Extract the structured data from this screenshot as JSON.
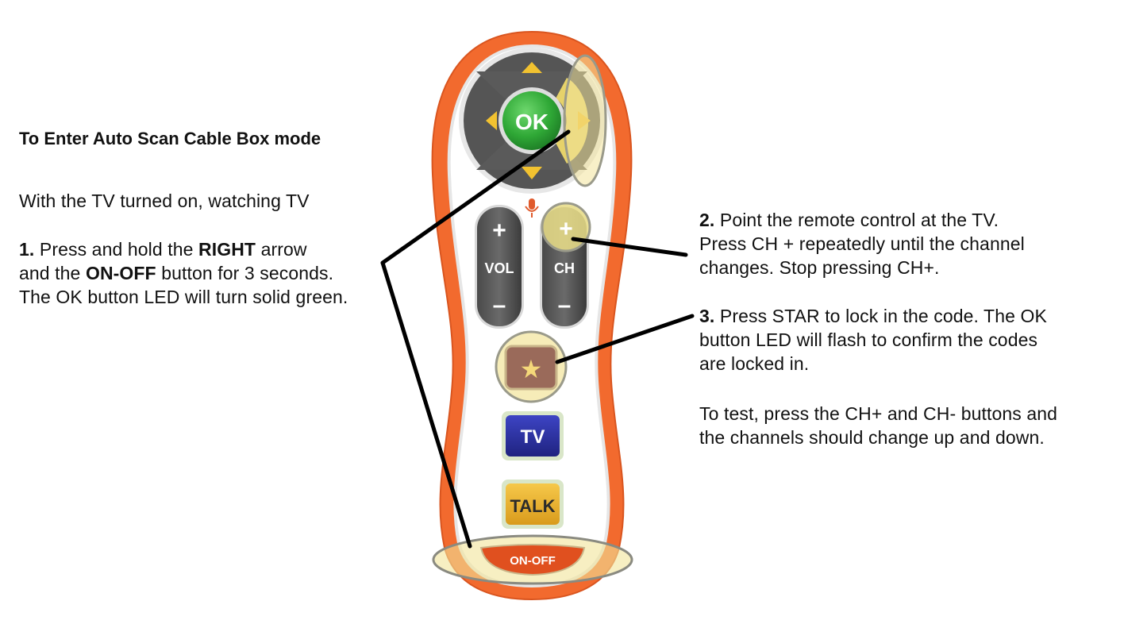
{
  "title": "To Enter Auto Scan Cable Box mode",
  "intro": "With the TV turned on, watching TV",
  "step1": {
    "num": "1.",
    "line1_a": "Press and hold the",
    "line1_b": "RIGHT",
    "line1_c": "arrow",
    "line2_a": "and the",
    "line2_b": "ON-OFF",
    "line2_c": "button for 3 seconds.",
    "line3": "The OK button LED will turn solid green."
  },
  "step2": {
    "num": "2.",
    "line1": "Point the remote control at the TV.",
    "line2": "Press CH + repeatedly until the channel",
    "line3": "changes. Stop pressing CH+."
  },
  "step3": {
    "num": "3.",
    "line1": "Press STAR to lock in the code. The OK",
    "line2": "button LED will flash to confirm the codes",
    "line3": "are locked in."
  },
  "test": {
    "line1": "To test, press the CH+ and CH- buttons and",
    "line2": "the channels should change up and down."
  },
  "remote": {
    "ok_label": "OK",
    "vol_label": "VOL",
    "ch_label": "CH",
    "plus": "+",
    "minus": "–",
    "tv_label": "TV",
    "talk_label": "TALK",
    "onoff_label": "ON-OFF",
    "star": "★",
    "icons": [
      "up-arrow-icon",
      "down-arrow-icon",
      "left-arrow-icon",
      "right-arrow-icon",
      "microphone-icon",
      "star-icon"
    ]
  },
  "colors": {
    "remote_body": "#f26a2e",
    "ok_button": "#2fa836",
    "tv_button": "#2a2f9c",
    "talk_button": "#f0b32a",
    "star_button": "#9a6a5a",
    "highlight": "#f2e49a",
    "callout_line": "#000000"
  }
}
